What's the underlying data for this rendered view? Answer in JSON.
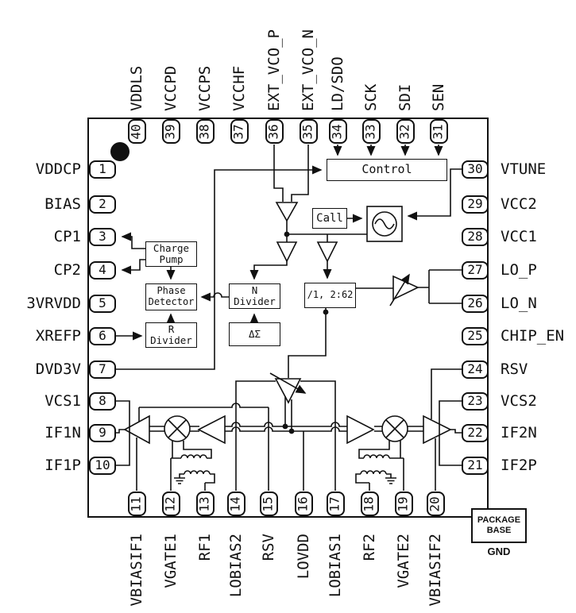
{
  "figure": {
    "type": "IC functional block diagram with pinout",
    "pin_count": 40,
    "pin1_marker": "filled-black-dot"
  },
  "colors": {
    "line": "#111111",
    "background": "#ffffff"
  },
  "pins": {
    "top": [
      {
        "number": "40",
        "label": "VDDLS"
      },
      {
        "number": "39",
        "label": "VCCPD"
      },
      {
        "number": "38",
        "label": "VCCPS"
      },
      {
        "number": "37",
        "label": "VCCHF"
      },
      {
        "number": "36",
        "label": "EXT_VCO_P"
      },
      {
        "number": "35",
        "label": "EXT_VCO_N"
      },
      {
        "number": "34",
        "label": "LD/SDO"
      },
      {
        "number": "33",
        "label": "SCK"
      },
      {
        "number": "32",
        "label": "SDI"
      },
      {
        "number": "31",
        "label": "SEN"
      }
    ],
    "left": [
      {
        "number": "1",
        "label": "VDDCP"
      },
      {
        "number": "2",
        "label": "BIAS"
      },
      {
        "number": "3",
        "label": "CP1"
      },
      {
        "number": "4",
        "label": "CP2"
      },
      {
        "number": "5",
        "label": "3VRVDD"
      },
      {
        "number": "6",
        "label": "XREFP"
      },
      {
        "number": "7",
        "label": "DVD3V"
      },
      {
        "number": "8",
        "label": "VCS1"
      },
      {
        "number": "9",
        "label": "IF1N"
      },
      {
        "number": "10",
        "label": "IF1P"
      }
    ],
    "right": [
      {
        "number": "30",
        "label": "VTUNE"
      },
      {
        "number": "29",
        "label": "VCC2"
      },
      {
        "number": "28",
        "label": "VCC1"
      },
      {
        "number": "27",
        "label": "LO_P"
      },
      {
        "number": "26",
        "label": "LO_N"
      },
      {
        "number": "25",
        "label": "CHIP_EN"
      },
      {
        "number": "24",
        "label": "RSV"
      },
      {
        "number": "23",
        "label": "VCS2"
      },
      {
        "number": "22",
        "label": "IF2N"
      },
      {
        "number": "21",
        "label": "IF2P"
      }
    ],
    "bottom": [
      {
        "number": "11",
        "label": "VBIASIF1"
      },
      {
        "number": "12",
        "label": "VGATE1"
      },
      {
        "number": "13",
        "label": "RF1"
      },
      {
        "number": "14",
        "label": "LOBIAS2"
      },
      {
        "number": "15",
        "label": "RSV"
      },
      {
        "number": "16",
        "label": "LOVDD"
      },
      {
        "number": "17",
        "label": "LOBIAS1"
      },
      {
        "number": "18",
        "label": "RF2"
      },
      {
        "number": "19",
        "label": "VGATE2"
      },
      {
        "number": "20",
        "label": "VBIASIF2"
      }
    ]
  },
  "blocks": {
    "control": [
      "Control"
    ],
    "cal": [
      "Call"
    ],
    "charge_pump": [
      "Charge",
      "Pump"
    ],
    "phase_detector": [
      "Phase",
      "Detector"
    ],
    "r_divider": [
      "R",
      "Divider"
    ],
    "n_divider": [
      "N",
      "Divider"
    ],
    "delta_sigma": [
      "ΔΣ"
    ],
    "lo_divider": [
      "/1, 2:62"
    ]
  },
  "package": {
    "line1": "PACKAGE",
    "line2": "BASE",
    "gnd": "GND"
  }
}
